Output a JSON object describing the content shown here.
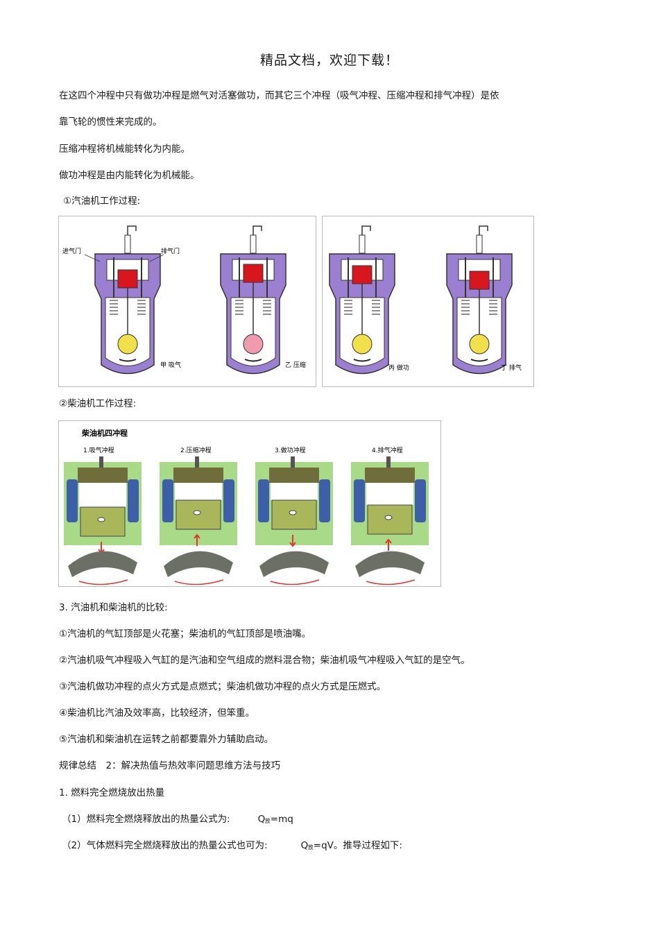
{
  "header": {
    "title": "精品文档，欢迎下载！"
  },
  "paragraphs": {
    "p1": "在这四个冲程中只有做功冲程是燃气对活塞做功，而其它三个冲程（吸气冲程、压缩冲程和排气冲程）是依",
    "p2": "靠飞轮的惯性来完成的。",
    "p3": "压缩冲程将机械能转化为内能。",
    "p4": "做功冲程是由内能转化为机械能。",
    "p5": "①汽油机工作过程:",
    "p6": "②柴油机工作过程:",
    "p7": "3. 汽油机和柴油机的比较:",
    "p8": "①汽油机的气缸顶部是火花塞；柴油机的气缸顶部是喷油嘴。",
    "p9": "②汽油机吸气冲程吸入气缸的是汽油和空气组成的燃料混合物；柴油机吸气冲程吸入气缸的是空气。",
    "p10": "③汽油机做功冲程的点火方式是点燃式；柴油机做功冲程的点火方式是压燃式。",
    "p11": "④柴油机比汽油及效率高，比较经济，但笨重。",
    "p12": "⑤汽油机和柴油机在运转之前都要靠外力辅助启动。",
    "p13": "规律总结　2：解决热值与热效率问题思维方法与技巧",
    "p14": "1. 燃料完全燃烧放出热量",
    "p15_text": "（1）燃料完全燃烧释放出的热量公式为:",
    "p15_q": "Q",
    "p15_sub": "放",
    "p15_rest": "=mq",
    "p16_text": "（2）气体燃料完全燃烧释放出的热量公式也可为:",
    "p16_q": "Q",
    "p16_sub": "放",
    "p16_rest": "=qV。推导过程如下:"
  },
  "gasoline_figure": {
    "intake_valve": "进气门",
    "exhaust_valve": "排气门",
    "strokes": [
      "甲  吸气",
      "乙  压缩",
      "丙  做功",
      "丁  排气"
    ]
  },
  "diesel_figure": {
    "title": "柴油机四冲程",
    "strokes": [
      "1.吸气冲程",
      "2.压缩冲程",
      "3.做功冲程",
      "4.排气冲程"
    ]
  },
  "colors": {
    "engine_body": "#9b7fd1",
    "engine_outline": "#333333",
    "piston": "#d8161d",
    "flywheel": "#f2e04a",
    "diesel_green": "#9fd67a",
    "diesel_blue": "#3d5fa8",
    "diesel_piston": "#a9b65a",
    "diesel_crank": "#6b6f66",
    "arrow_red": "#e3342f"
  }
}
